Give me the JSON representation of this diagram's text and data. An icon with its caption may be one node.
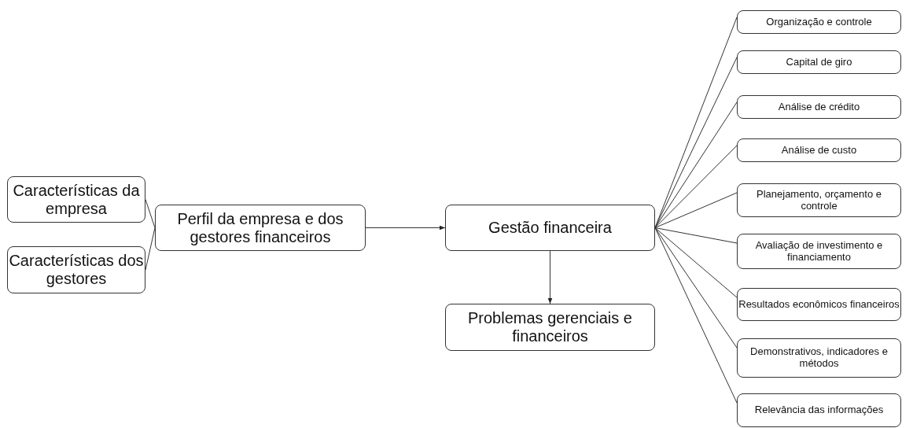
{
  "diagram": {
    "nodes": [
      {
        "text": [
          "Características da empresa"
        ]
      },
      {
        "text": [
          "Características dos gestores"
        ]
      },
      {
        "text": [
          "Perfil da empresa e dos gestores financeiros"
        ]
      },
      {
        "text": [
          "Gestão financeira"
        ]
      },
      {
        "text": [
          "Problemas gerenciais e financeiros"
        ]
      },
      {
        "text": [
          "Organização e controle"
        ]
      },
      {
        "text": [
          "Capital de giro"
        ]
      },
      {
        "text": [
          "Análise de crédito"
        ]
      },
      {
        "text": [
          "Análise de custo"
        ]
      },
      {
        "text": [
          "Planejamento, orçamento e controle"
        ]
      },
      {
        "text": [
          "Avaliação de investimento e financiamento"
        ]
      },
      {
        "text": [
          "Resultados econômicos financeiros"
        ]
      },
      {
        "text": [
          "Demonstrativos, indicadores e métodos"
        ]
      },
      {
        "text": [
          "Relevância das informações"
        ]
      }
    ],
    "edges": [
      {
        "from": 0,
        "to": 2,
        "arrow": "none"
      },
      {
        "from": 1,
        "to": 2,
        "arrow": "none"
      },
      {
        "from": 2,
        "to": 3,
        "arrow": "to"
      },
      {
        "from": 3,
        "to": 4,
        "arrow": "to"
      },
      {
        "from": 3,
        "to": 5,
        "arrow": "none"
      },
      {
        "from": 3,
        "to": 6,
        "arrow": "none"
      },
      {
        "from": 3,
        "to": 7,
        "arrow": "none"
      },
      {
        "from": 3,
        "to": 8,
        "arrow": "none"
      },
      {
        "from": 3,
        "to": 9,
        "arrow": "none"
      },
      {
        "from": 3,
        "to": 10,
        "arrow": "none"
      },
      {
        "from": 3,
        "to": 11,
        "arrow": "none"
      },
      {
        "from": 3,
        "to": 12,
        "arrow": "none"
      },
      {
        "from": 3,
        "to": 13,
        "arrow": "none"
      }
    ]
  }
}
